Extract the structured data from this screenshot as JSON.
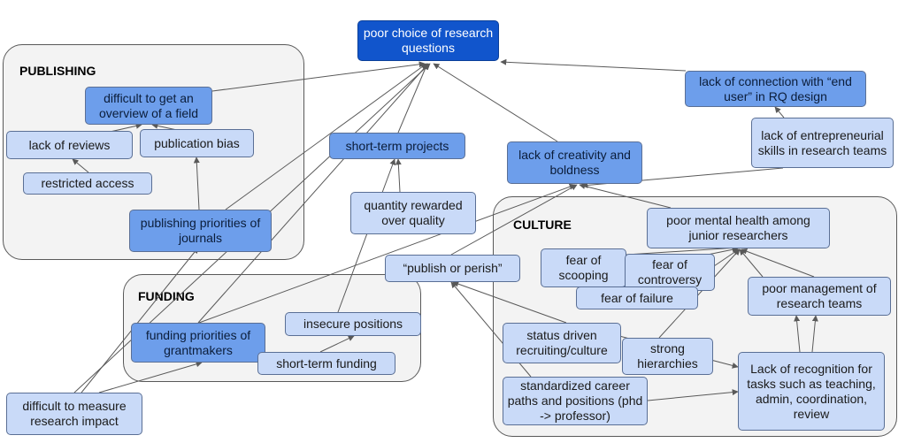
{
  "groups": {
    "publishing": "PUBLISHING",
    "funding": "FUNDING",
    "culture": "CULTURE"
  },
  "nodes": {
    "poor_choice": "poor choice of research questions",
    "difficult_overview": "difficult to get an overview of a field",
    "lack_reviews": "lack of reviews",
    "publication_bias": "publication bias",
    "restricted_access": "restricted access",
    "publishing_priorities": "publishing priorities of journals",
    "short_term_projects": "short-term projects",
    "quantity_rewarded": "quantity rewarded over quality",
    "lack_creativity": "lack of creativity and boldness",
    "lack_connection": "lack of connection with “end user” in RQ design",
    "lack_entrepreneurial": "lack of entrepreneurial skills in research teams",
    "poor_mental_health": "poor mental health among junior researchers",
    "publish_or_perish": "“publish or perish”",
    "fear_scooping": "fear of scooping",
    "fear_controversy": "fear of controversy",
    "fear_failure": "fear of failure",
    "poor_management": "poor management of research teams",
    "insecure_positions": "insecure positions",
    "funding_priorities": "funding priorities of grantmakers",
    "short_term_funding": "short-term funding",
    "status_driven": "status driven recruiting/culture",
    "strong_hierarchies": "strong hierarchies",
    "standardized_career": "standardized career paths and positions (phd -> professor)",
    "lack_recognition": "Lack of recognition for tasks such as teaching, admin, coordination, review",
    "difficult_measure": "difficult to measure research impact"
  },
  "colors": {
    "root": "#1155cc",
    "primary": "#6d9eeb",
    "secondary": "#c9daf8",
    "group_fill": "#f3f3f3",
    "edge": "#595959"
  }
}
